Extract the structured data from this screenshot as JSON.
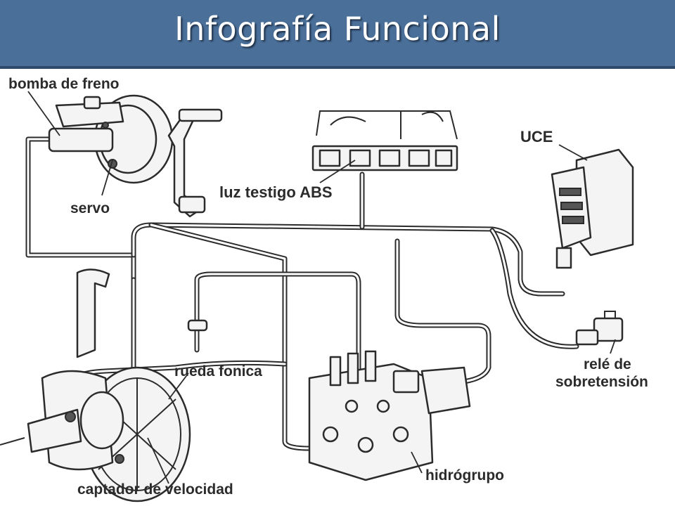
{
  "title": "Infografía Funcional",
  "labels": {
    "master_cylinder": "bomba de freno",
    "servo": "servo",
    "abs_warning_light": "luz testigo ABS",
    "ecu": "UCE",
    "relay_line1": "relé de",
    "relay_line2": "sobretensión",
    "tone_wheel": "rueda fonica",
    "speed_sensor": "captador de velocidad",
    "hydraulic_unit": "hidrógrupo"
  },
  "colors": {
    "title_bar": "#4a6f99",
    "title_text": "#ffffff",
    "line_art": "#2b2b2b"
  }
}
